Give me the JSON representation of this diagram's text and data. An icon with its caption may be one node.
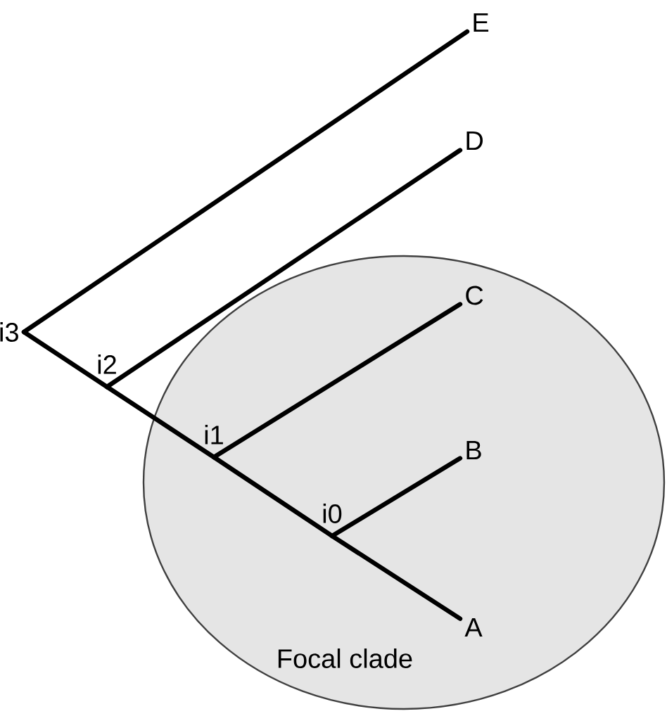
{
  "diagram": {
    "nodes": [
      {
        "text": [
          "Focal clade"
        ]
      },
      {
        "text": [
          "E"
        ]
      },
      {
        "text": [
          "D"
        ]
      },
      {
        "text": [
          "C"
        ],
        "in": 0
      },
      {
        "text": [
          "B"
        ],
        "in": 0
      },
      {
        "text": [
          "A"
        ],
        "in": 0
      },
      {
        "text": [
          "i3"
        ]
      },
      {
        "text": [
          "i2"
        ]
      },
      {
        "text": [
          "i1"
        ],
        "in": 0
      },
      {
        "text": [
          "i0"
        ],
        "in": 0
      }
    ],
    "edges": [
      {
        "from": 6,
        "to": 1,
        "arrow": "none"
      },
      {
        "from": 6,
        "to": 7,
        "arrow": "none"
      },
      {
        "from": 7,
        "to": 2,
        "arrow": "none"
      },
      {
        "from": 7,
        "to": 8,
        "arrow": "none"
      },
      {
        "from": 8,
        "to": 3,
        "arrow": "none"
      },
      {
        "from": 8,
        "to": 9,
        "arrow": "none"
      },
      {
        "from": 9,
        "to": 4,
        "arrow": "none"
      },
      {
        "from": 9,
        "to": 5,
        "arrow": "none"
      }
    ]
  }
}
